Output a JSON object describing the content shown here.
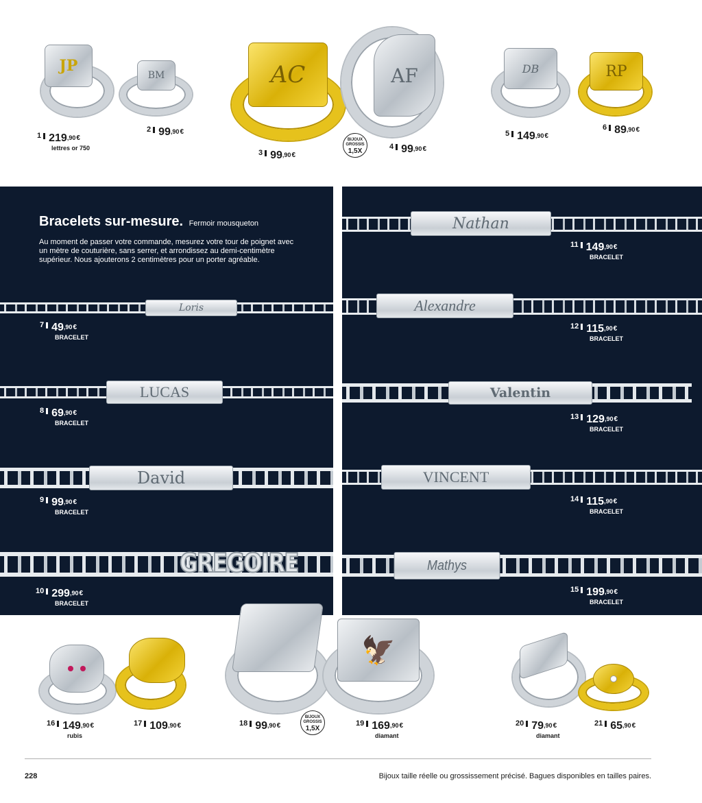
{
  "top_rings": [
    {
      "num": "1",
      "price": "219",
      "cents": ",90",
      "currency": "€",
      "sub": "lettres or 750",
      "engraving": "JP"
    },
    {
      "num": "2",
      "price": "99",
      "cents": ",90",
      "currency": "€",
      "sub": "",
      "engraving": "BM"
    },
    {
      "num": "3",
      "price": "99",
      "cents": ",90",
      "currency": "€",
      "sub": "",
      "engraving": "AC"
    },
    {
      "num": "4",
      "price": "99",
      "cents": ",90",
      "currency": "€",
      "sub": "",
      "engraving": "AF"
    },
    {
      "num": "5",
      "price": "149",
      "cents": ",90",
      "currency": "€",
      "sub": "",
      "engraving": "DB"
    },
    {
      "num": "6",
      "price": "89",
      "cents": ",90",
      "currency": "€",
      "sub": "",
      "engraving": "RP"
    }
  ],
  "badge_top": {
    "line1": "BIJOUX",
    "line2": "GROSSIS",
    "value": "1,5X"
  },
  "badge_bottom": {
    "line1": "BIJOUX",
    "line2": "GROSSIS",
    "value": "1,5X"
  },
  "panel": {
    "title": "Bracelets sur-mesure.",
    "subtitle": "Fermoir mousqueton",
    "text": "Au moment de passer votre commande, mesurez votre tour de poignet avec un mètre de couturière, sans serrer, et arrondissez au demi-centimètre supérieur. Nous ajouterons 2 centimètres pour un porter agréable."
  },
  "bracelets_left": [
    {
      "num": "7",
      "price": "49",
      "cents": ",90",
      "currency": "€",
      "sub": "BRACELET",
      "name": "Loris"
    },
    {
      "num": "8",
      "price": "69",
      "cents": ",90",
      "currency": "€",
      "sub": "BRACELET",
      "name": "LUCAS"
    },
    {
      "num": "9",
      "price": "99",
      "cents": ",90",
      "currency": "€",
      "sub": "BRACELET",
      "name": "David"
    },
    {
      "num": "10",
      "price": "299",
      "cents": ",90",
      "currency": "€",
      "sub": "BRACELET",
      "name": "GREGOIRE"
    }
  ],
  "bracelets_right": [
    {
      "num": "11",
      "price": "149",
      "cents": ",90",
      "currency": "€",
      "sub": "BRACELET",
      "name": "Nathan"
    },
    {
      "num": "12",
      "price": "115",
      "cents": ",90",
      "currency": "€",
      "sub": "BRACELET",
      "name": "Alexandre"
    },
    {
      "num": "13",
      "price": "129",
      "cents": ",90",
      "currency": "€",
      "sub": "BRACELET",
      "name": "Valentin"
    },
    {
      "num": "14",
      "price": "115",
      "cents": ",90",
      "currency": "€",
      "sub": "BRACELET",
      "name": "VINCENT"
    },
    {
      "num": "15",
      "price": "199",
      "cents": ",90",
      "currency": "€",
      "sub": "BRACELET",
      "name": "Mathys"
    }
  ],
  "bottom_rings": [
    {
      "num": "16",
      "price": "149",
      "cents": ",90",
      "currency": "€",
      "sub": "rubis"
    },
    {
      "num": "17",
      "price": "109",
      "cents": ",90",
      "currency": "€",
      "sub": ""
    },
    {
      "num": "18",
      "price": "99",
      "cents": ",90",
      "currency": "€",
      "sub": ""
    },
    {
      "num": "19",
      "price": "169",
      "cents": ",90",
      "currency": "€",
      "sub": "diamant"
    },
    {
      "num": "20",
      "price": "79",
      "cents": ",90",
      "currency": "€",
      "sub": "diamant"
    },
    {
      "num": "21",
      "price": "65",
      "cents": ",90",
      "currency": "€",
      "sub": ""
    }
  ],
  "footer": {
    "page_number": "228",
    "note": "Bijoux taille réelle ou grossissement précisé. Bagues disponibles en tailles paires."
  },
  "colors": {
    "panel_bg": "#0d1a2e",
    "silver": "#cfd4d9",
    "gold": "#e6c21c"
  }
}
